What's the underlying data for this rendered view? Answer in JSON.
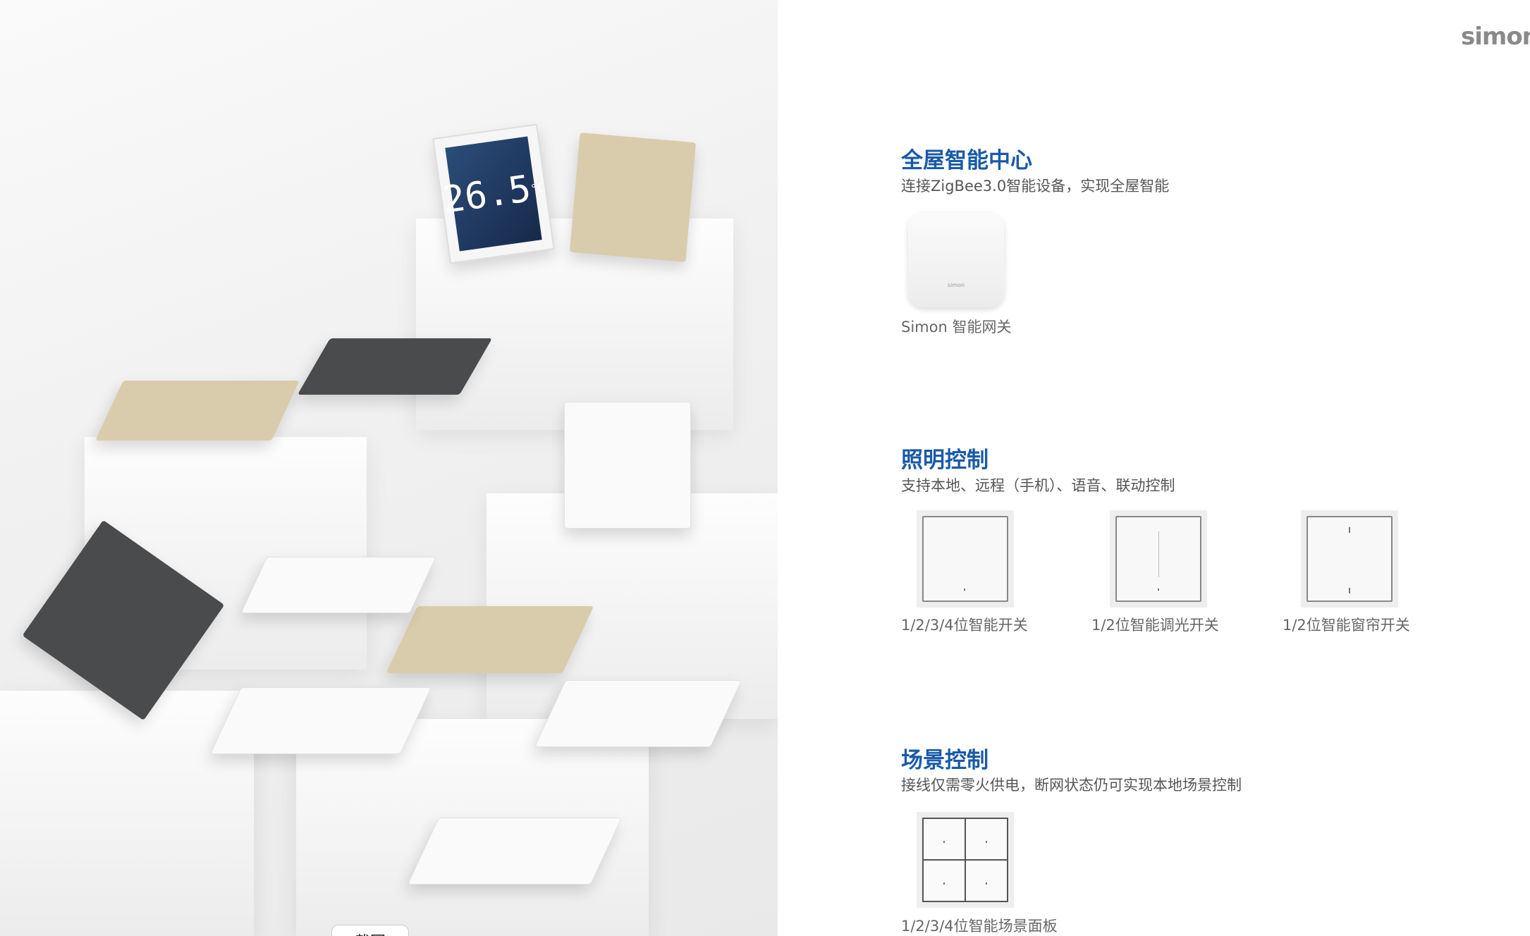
{
  "brand": {
    "logo": "simon"
  },
  "photo": {
    "thermostat_reading": "26.5",
    "thermostat_unit": "°C"
  },
  "tooltip": "截图",
  "sections": [
    {
      "title": "全屋智能中心",
      "subtitle": "连接ZigBee3.0智能设备，实现全屋智能",
      "products": [
        {
          "label": "Simon 智能网关",
          "device_text": "simon"
        }
      ]
    },
    {
      "title": "照明控制",
      "subtitle": "支持本地、远程（手机）、语音、联动控制",
      "products": [
        {
          "label": "1/2/3/4位智能开关"
        },
        {
          "label": "1/2位智能调光开关"
        },
        {
          "label": "1/2位智能窗帘开关"
        }
      ]
    },
    {
      "title": "场景控制",
      "subtitle": "接线仅需零火供电，断网状态仍可实现本地场景控制",
      "products": [
        {
          "label": "1/2/3/4位智能场景面板"
        }
      ]
    }
  ],
  "colors": {
    "heading": "#1a5aa8",
    "text": "#555555",
    "logo": "#8a8a8a"
  }
}
